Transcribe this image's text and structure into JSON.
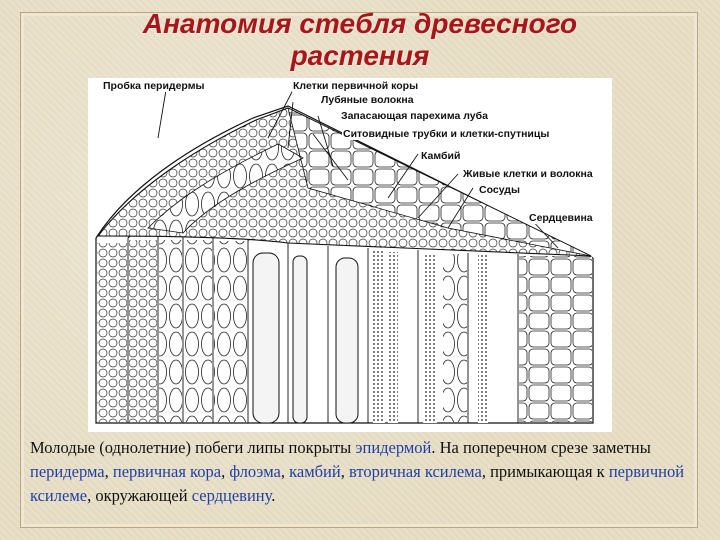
{
  "slide": {
    "title_line1": "Анатомия стебля древесного",
    "title_line2": "растения",
    "title_color": "#a8151b"
  },
  "figure": {
    "labels": {
      "peridermis_cork": "Пробка перидермы",
      "primary_cortex_cells": "Клетки первичной коры",
      "bast_fibers": "Лубяные волокна",
      "bast_storage_parenchyma": "Запасающая парехима луба",
      "sieve_tubes": "Ситовидные трубки и клетки-спутницы",
      "cambium": "Камбий",
      "living_cells_fibers": "Живые клетки и волокна",
      "vessels": "Сосуды",
      "pith": "Сердцевина"
    }
  },
  "caption": {
    "t1": "Молодые (однолетние) побеги липы покрыты ",
    "epidermis": "эпидермой",
    "t2": ". На поперечном срезе заметны ",
    "periderm": "перидерма",
    "t3": ", ",
    "primary_cortex": "первичная кора",
    "t4": ", ",
    "phloem": "флоэма",
    "t5": ", ",
    "cambium": "камбий",
    "t6": ", ",
    "secondary_xylem": "вторичная ксилема",
    "t7": ",  примыкающая  к  ",
    "primary_xylem": "первичной ксилеме",
    "t8": ", окружающей ",
    "pith": "сердцевину",
    "t9": ".",
    "highlight_color": "#1f3fa8"
  }
}
